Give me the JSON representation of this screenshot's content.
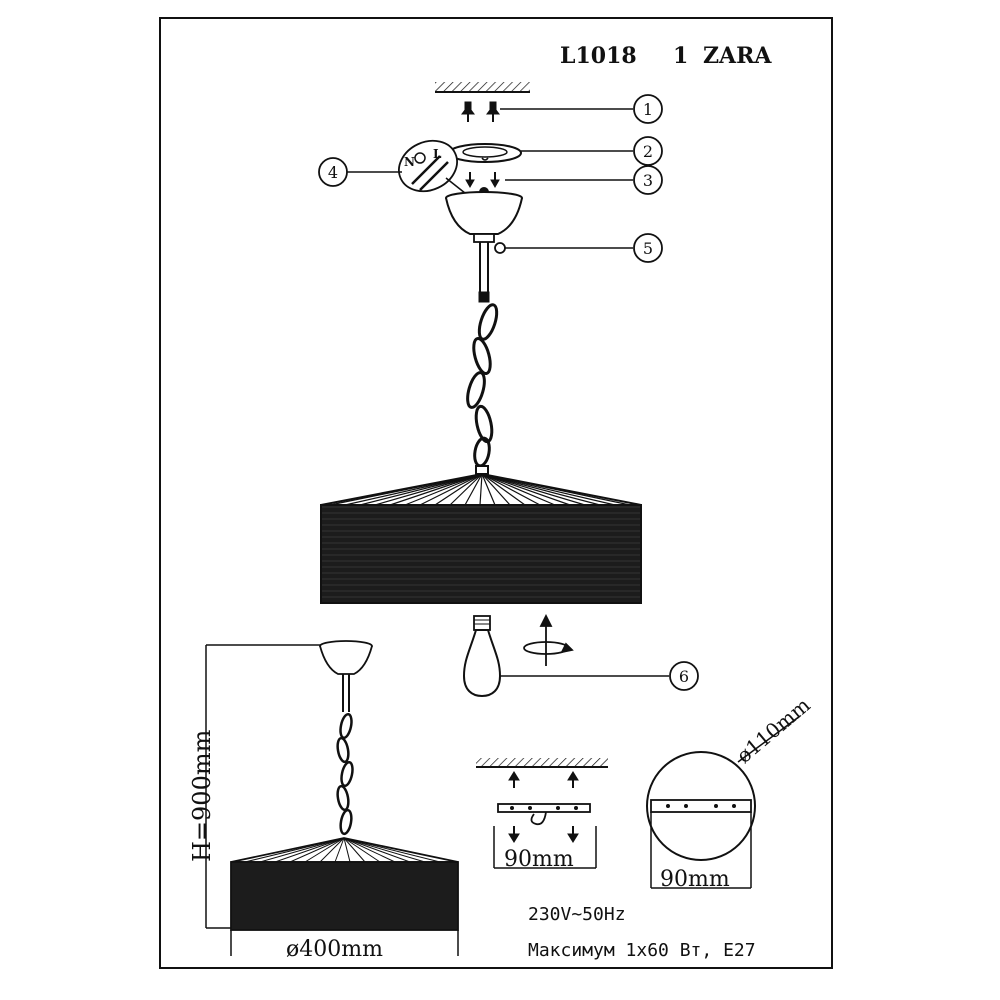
{
  "header": {
    "model": "L1018",
    "count": "1",
    "name": "ZARA"
  },
  "callouts": [
    "1",
    "2",
    "3",
    "4",
    "5",
    "6"
  ],
  "wire_labels": [
    "N",
    "L"
  ],
  "dimensions": {
    "height": "H=900mm",
    "diameter": "ø400mm",
    "mount_width": "90mm",
    "canopy_width": "90mm",
    "canopy_diameter": "ø110mm"
  },
  "specs": {
    "voltage": "230V~50Hz",
    "power": "Максимум 1x60 Вт, E27"
  },
  "colors": {
    "ink": "#111111",
    "shade": "#1c1c1c",
    "paper": "#ffffff"
  }
}
